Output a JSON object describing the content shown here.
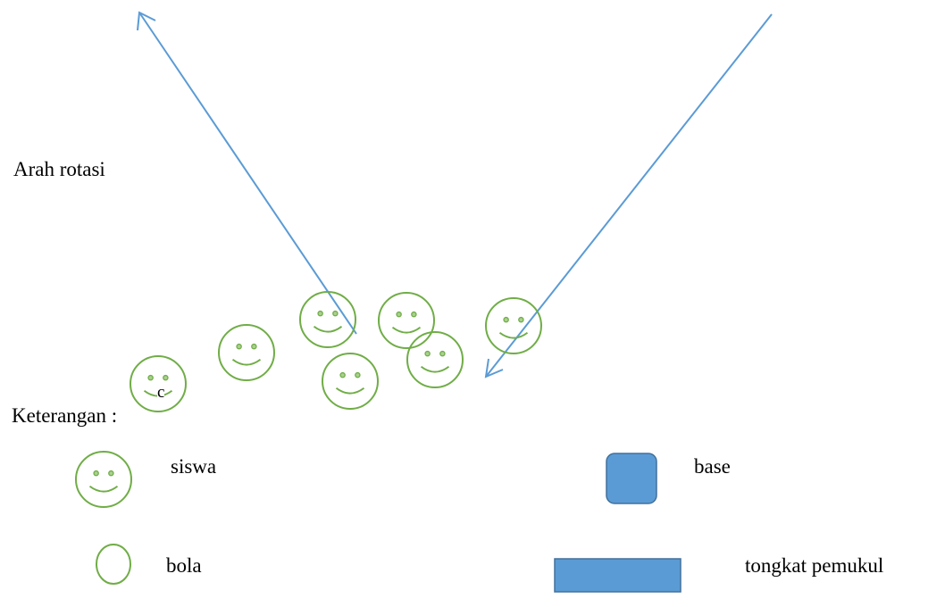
{
  "diagram": {
    "rotation_label": "Arah rotasi",
    "small_mark": "c",
    "colors": {
      "arrow": "#5b9bd5",
      "face": "#70ad47",
      "fill": "#5b9bd5",
      "fill_outline": "#41719c"
    }
  },
  "legend": {
    "title": "Keterangan :",
    "items": [
      {
        "key": "siswa",
        "label": "siswa",
        "icon": "smiley-face-icon"
      },
      {
        "key": "base",
        "label": "base",
        "icon": "rounded-square-icon"
      },
      {
        "key": "bola",
        "label": "bola",
        "icon": "circle-icon"
      },
      {
        "key": "tongkat",
        "label": "tongkat pemukul",
        "icon": "rectangle-icon"
      }
    ]
  }
}
